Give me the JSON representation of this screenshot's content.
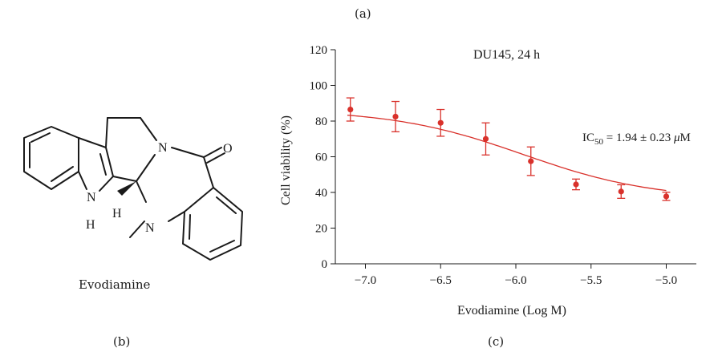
{
  "figure": {
    "panel_a_label": "(a)",
    "panel_b_label": "(b)",
    "panel_c_label": "(c)"
  },
  "structure": {
    "compound_name": "Evodiamine",
    "atoms": {
      "n_amide": "N",
      "oxygen": "O",
      "n_indole": "N",
      "h_indole": "H",
      "h_stereo": "H",
      "n_methyl": "N"
    }
  },
  "colors": {
    "series": "#d9312b",
    "axis": "#1a1a1a"
  },
  "chart_data": {
    "type": "line",
    "title": "DU145, 24 h",
    "xlabel": "Evodiamine (Log M)",
    "ylabel": "Cell viability (%)",
    "xlim": [
      -7.2,
      -4.8
    ],
    "ylim": [
      0,
      120
    ],
    "x_ticks": [
      -7.0,
      -6.5,
      -6.0,
      -5.5,
      -5.0
    ],
    "x_tick_labels": [
      "−7.0",
      "−6.5",
      "−6.0",
      "−5.5",
      "−5.0"
    ],
    "y_ticks": [
      0,
      20,
      40,
      60,
      80,
      100,
      120
    ],
    "y_tick_labels": [
      "0",
      "20",
      "40",
      "60",
      "80",
      "100",
      "120"
    ],
    "annotation": {
      "prefix": "IC",
      "subscript": "50",
      "suffix": " = 1.94 ± 0.23 ",
      "unit_mu": "μ",
      "unit": "M"
    },
    "series": [
      {
        "points": [
          {
            "x": -7.1,
            "y": 86.5,
            "err": 6.5
          },
          {
            "x": -6.8,
            "y": 82.5,
            "err": 8.5
          },
          {
            "x": -6.5,
            "y": 79.0,
            "err": 7.5
          },
          {
            "x": -6.2,
            "y": 70.0,
            "err": 9.0
          },
          {
            "x": -5.9,
            "y": 57.5,
            "err": 8.0
          },
          {
            "x": -5.6,
            "y": 44.5,
            "err": 3.0
          },
          {
            "x": -5.3,
            "y": 40.5,
            "err": 3.8
          },
          {
            "x": -5.0,
            "y": 37.8,
            "err": 2.3
          }
        ],
        "fit": {
          "model": "four-parameter logistic",
          "top": 86.5,
          "bottom": 36.0,
          "log_ec50": -5.95,
          "hill_slope": 1.0
        }
      }
    ]
  }
}
